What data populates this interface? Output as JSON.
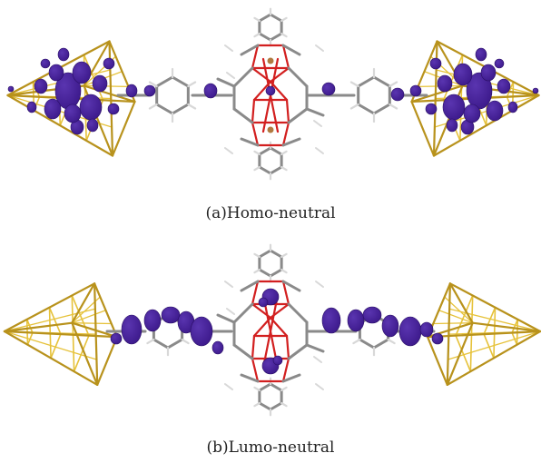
{
  "panels": [
    {
      "id": "a",
      "caption": "(a)Homo-neutral"
    },
    {
      "id": "b",
      "caption": "(b)Lumo-neutral"
    }
  ],
  "colors": {
    "gold_cluster": "#e6c23a",
    "gold_cluster_dark": "#b8921c",
    "orbital_lobe": "#3d1a8c",
    "orbital_lobe_light": "#5a35b0",
    "carbon_bond": "#8a8a8a",
    "oxygen_bond": "#d21f1f",
    "hydrogen": "#d8d8d8",
    "metal": "#b07a40"
  }
}
